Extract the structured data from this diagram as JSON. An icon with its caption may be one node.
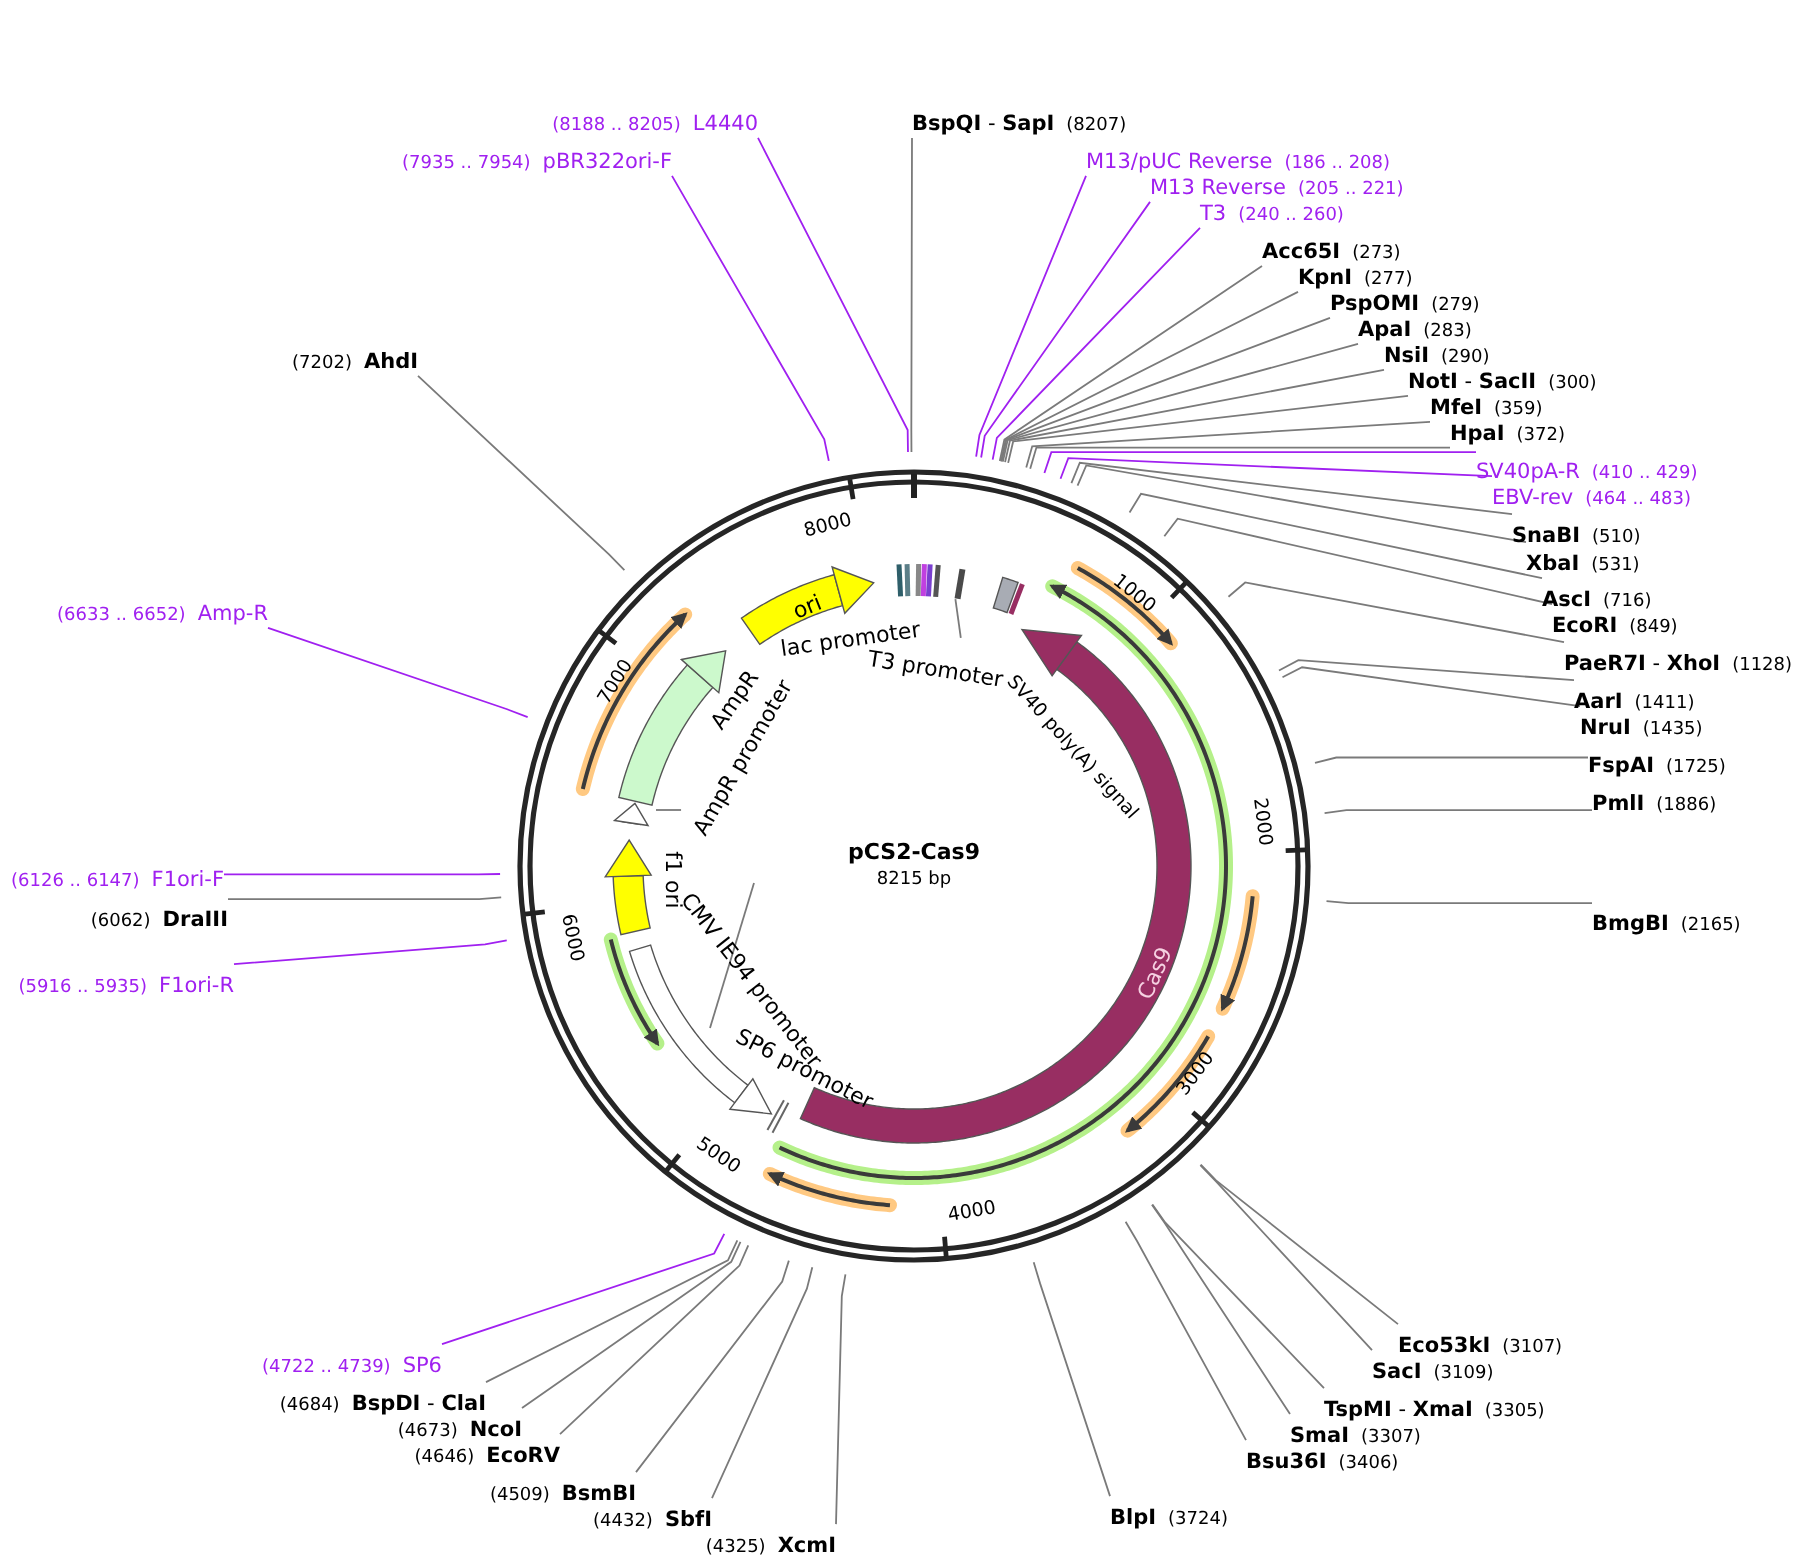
{
  "diagram": {
    "title": "pCS2-Cas9",
    "nodes": [
      {
        "text": [
          "(8188 .. 8205)",
          "L4440"
        ]
      },
      {
        "text": [
          "(7935 .. 7954)",
          "pBR322ori-F"
        ]
      },
      {
        "text": [
          "**BspQI** - **SapI**",
          "(8207)"
        ]
      },
      {
        "text": [
          "M13/pUC Reverse",
          "(186 .. 208)"
        ]
      },
      {
        "text": [
          "M13 Reverse",
          "(205 .. 221)"
        ]
      },
      {
        "text": [
          "T3",
          "(240 .. 260)"
        ]
      },
      {
        "text": [
          "Acc65I",
          "(273)"
        ]
      },
      {
        "text": [
          "KpnI",
          "(277)"
        ]
      },
      {
        "text": [
          "PspOMI",
          "(279)"
        ]
      },
      {
        "text": [
          "ApaI",
          "(283)"
        ]
      },
      {
        "text": [
          "NsiI",
          "(290)"
        ]
      },
      {
        "text": [
          "**NotI** - **SacII**",
          "(300)"
        ]
      },
      {
        "text": [
          "MfeI",
          "(359)"
        ]
      },
      {
        "text": [
          "HpaI",
          "(372)"
        ]
      },
      {
        "text": [
          "(7202)",
          "AhdI"
        ]
      },
      {
        "text": [
          "SV40pA-R",
          "(410 .. 429)"
        ]
      },
      {
        "text": [
          "EBV-rev",
          "(464 .. 483)"
        ]
      },
      {
        "text": [
          "SnaBI",
          "(510)"
        ]
      },
      {
        "text": [
          "XbaI",
          "(531)"
        ]
      },
      {
        "text": [
          "AscI",
          "(716)"
        ]
      },
      {
        "text": [
          "EcoRI",
          "(849)"
        ]
      },
      {
        "text": [
          "(6633 .. 6652)",
          "Amp-R"
        ]
      },
      {
        "text": [
          "**PaeR7I** - **XhoI**",
          "(1128)"
        ]
      },
      {
        "text": [
          "AarI",
          "(1411)"
        ]
      },
      {
        "text": [
          "NruI",
          "(1435)"
        ]
      },
      {
        "text": [
          "FspAI",
          "(1725)"
        ]
      },
      {
        "text": [
          "PmlI",
          "(1886)"
        ]
      },
      {
        "text": [
          "(6126 .. 6147)",
          "F1ori-F"
        ]
      },
      {
        "text": [
          "(6062)",
          "DraIII"
        ]
      },
      {
        "text": [
          "BmgBI",
          "(2165)"
        ]
      },
      {
        "text": [
          "(5916 .. 5935)",
          "F1ori-R"
        ]
      },
      {
        "text": [
          "(4722 .. 4739)",
          "SP6"
        ]
      },
      {
        "text": [
          "(4684)",
          "**BspDI** - **ClaI**"
        ]
      },
      {
        "text": [
          "(4673)",
          "NcoI"
        ]
      },
      {
        "text": [
          "Eco53kI",
          "(3107)"
        ]
      },
      {
        "text": [
          "SacI",
          "(3109)"
        ]
      },
      {
        "text": [
          "(4646)",
          "EcoRV"
        ]
      },
      {
        "text": [
          "**TspMI** - **XmaI**",
          "(3305)"
        ]
      },
      {
        "text": [
          "SmaI",
          "(3307)"
        ]
      },
      {
        "text": [
          "Bsu36I",
          "(3406)"
        ]
      },
      {
        "text": [
          "(4509)",
          "BsmBI"
        ]
      },
      {
        "text": [
          "(4432)",
          "SbfI"
        ]
      },
      {
        "text": [
          "BlpI",
          "(3724)"
        ]
      },
      {
        "text": [
          "(4325)",
          "XcmI"
        ]
      },
      {
        "text": [
          "ori"
        ]
      },
      {
        "text": [
          "lac promoter"
        ]
      },
      {
        "text": [
          "T3 promoter"
        ]
      },
      {
        "text": [
          "SV40 poly(A) signal"
        ]
      },
      {
        "text": [
          "AmpR"
        ]
      },
      {
        "text": [
          "AmpR promoter"
        ]
      },
      {
        "text": [
          "f1 ori"
        ]
      },
      {
        "text": [
          "CMV IE94 promoter"
        ]
      },
      {
        "text": [
          "SP6 promoter"
        ]
      },
      {
        "text": [
          "Cas9"
        ]
      },
      {
        "text": [],
        "shape": "bar"
      }
    ],
    "edges": [
      {
        "from": 0,
        "to": null,
        "arrow": "none",
        "color": "#a020f0"
      },
      {
        "from": 1,
        "to": null,
        "arrow": "none",
        "color": "#a020f0"
      },
      {
        "from": 2,
        "to": null,
        "arrow": "none"
      },
      {
        "from": 3,
        "to": null,
        "arrow": "none",
        "color": "#a020f0"
      },
      {
        "from": 4,
        "to": null,
        "arrow": "none",
        "color": "#a020f0"
      },
      {
        "from": 5,
        "to": null,
        "arrow": "none",
        "color": "#a020f0"
      },
      {
        "from": 6,
        "to": null,
        "arrow": "none"
      },
      {
        "from": 7,
        "to": null,
        "arrow": "none"
      },
      {
        "from": 8,
        "to": null,
        "arrow": "none"
      },
      {
        "from": 9,
        "to": null,
        "arrow": "none"
      },
      {
        "from": 10,
        "to": null,
        "arrow": "none"
      },
      {
        "from": 11,
        "to": null,
        "arrow": "none"
      },
      {
        "from": 12,
        "to": null,
        "arrow": "none"
      },
      {
        "from": 13,
        "to": null,
        "arrow": "none"
      },
      {
        "from": 14,
        "to": null,
        "arrow": "none"
      },
      {
        "from": 15,
        "to": null,
        "arrow": "none",
        "color": "#a020f0"
      },
      {
        "from": 16,
        "to": null,
        "arrow": "none",
        "color": "#a020f0"
      },
      {
        "from": 17,
        "to": null,
        "arrow": "none"
      },
      {
        "from": 18,
        "to": null,
        "arrow": "none"
      },
      {
        "from": 19,
        "to": null,
        "arrow": "none"
      },
      {
        "from": 20,
        "to": null,
        "arrow": "none"
      },
      {
        "from": 21,
        "to": null,
        "arrow": "none",
        "color": "#a020f0"
      },
      {
        "from": 22,
        "to": null,
        "arrow": "none"
      },
      {
        "from": 23,
        "to": null,
        "arrow": "none"
      },
      {
        "from": 24,
        "to": null,
        "arrow": "none"
      },
      {
        "from": 25,
        "to": null,
        "arrow": "none"
      },
      {
        "from": 26,
        "to": null,
        "arrow": "none"
      },
      {
        "from": 27,
        "to": null,
        "arrow": "none",
        "color": "#a020f0"
      },
      {
        "from": 28,
        "to": null,
        "arrow": "none"
      },
      {
        "from": 29,
        "to": null,
        "arrow": "none"
      },
      {
        "from": 30,
        "to": null,
        "arrow": "none",
        "color": "#a020f0"
      },
      {
        "from": 31,
        "to": null,
        "arrow": "none",
        "color": "#a020f0"
      },
      {
        "from": 32,
        "to": null,
        "arrow": "none"
      },
      {
        "from": 33,
        "to": null,
        "arrow": "none"
      },
      {
        "from": 34,
        "to": null,
        "arrow": "none"
      },
      {
        "from": 35,
        "to": null,
        "arrow": "none"
      },
      {
        "from": 36,
        "to": null,
        "arrow": "none"
      },
      {
        "from": 37,
        "to": null,
        "arrow": "none"
      },
      {
        "from": 38,
        "to": null,
        "arrow": "none"
      },
      {
        "from": 39,
        "to": null,
        "arrow": "none"
      },
      {
        "from": 40,
        "to": null,
        "arrow": "none"
      },
      {
        "from": 41,
        "to": null,
        "arrow": "none"
      },
      {
        "from": 42,
        "to": null,
        "arrow": "none"
      },
      {
        "from": 43,
        "to": null,
        "arrow": "none"
      },
      {
        "from": 46,
        "to": 54,
        "arrow": "none"
      },
      {
        "from": 49,
        "to": null,
        "arrow": "none"
      },
      {
        "from": 51,
        "to": null,
        "arrow": "none"
      }
    ],
    "labels": [
      "8000",
      "1000",
      "7000",
      "2000",
      "8215 bp",
      "6000",
      "3000",
      "5000",
      "4000"
    ]
  }
}
